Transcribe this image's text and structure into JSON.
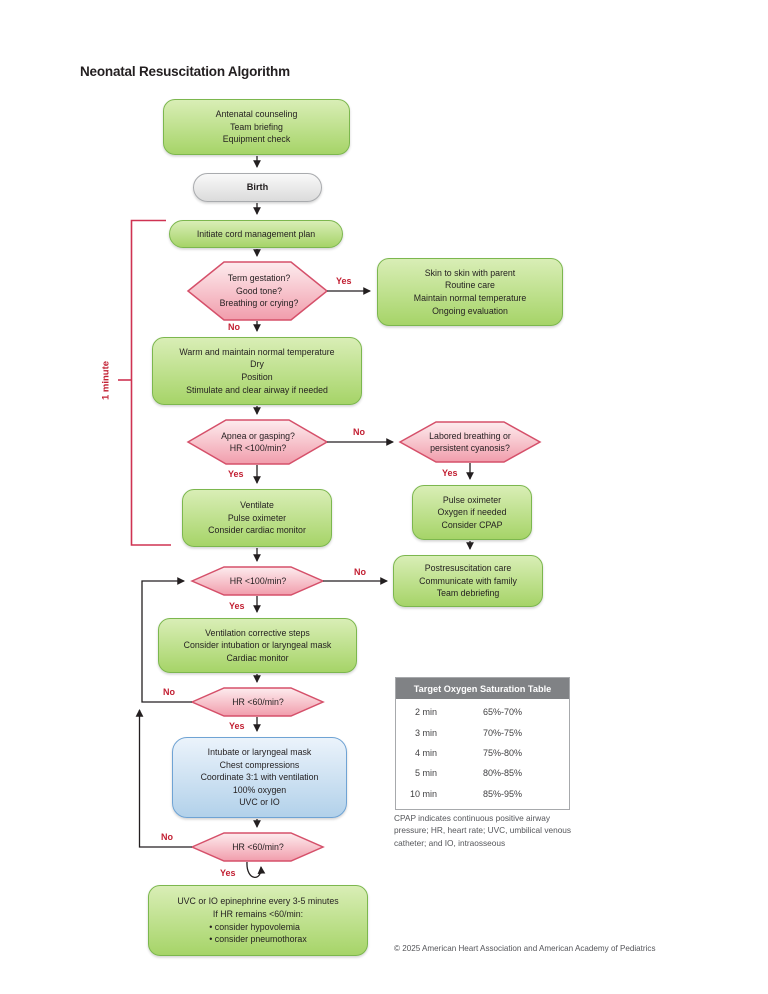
{
  "title": "Neonatal Resuscitation Algorithm",
  "labels": {
    "yes": "Yes",
    "no": "No",
    "timer": "1 minute"
  },
  "nodes": {
    "antenatal": {
      "lines": [
        "Antenatal counseling",
        "Team briefing",
        "Equipment check"
      ]
    },
    "birth": {
      "label": "Birth"
    },
    "initiate": {
      "label": "Initiate cord management plan"
    },
    "term_question": {
      "lines": [
        "Term gestation?",
        "Good tone?",
        "Breathing or crying?"
      ]
    },
    "skin_to_skin": {
      "lines": [
        "Skin to skin with parent",
        "Routine care",
        "Maintain normal temperature",
        "Ongoing evaluation"
      ]
    },
    "warm": {
      "lines": [
        "Warm and maintain normal temperature",
        "Dry",
        "Position",
        "Stimulate and clear airway if needed"
      ]
    },
    "apnea_question": {
      "lines": [
        "Apnea or gasping?",
        "HR <100/min?"
      ]
    },
    "labored_question": {
      "lines": [
        "Labored breathing or",
        "persistent cyanosis?"
      ]
    },
    "ventilate": {
      "lines": [
        "Ventilate",
        "Pulse oximeter",
        "Consider cardiac monitor"
      ]
    },
    "pulse_oximeter": {
      "lines": [
        "Pulse oximeter",
        "Oxygen if needed",
        "Consider CPAP"
      ]
    },
    "hr100_question": {
      "label": "HR <100/min?"
    },
    "postresuscitation": {
      "lines": [
        "Postresuscitation care",
        "Communicate with family",
        "Team debriefing"
      ]
    },
    "corrective": {
      "lines": [
        "Ventilation corrective steps",
        "Consider intubation or laryngeal mask",
        "Cardiac monitor"
      ]
    },
    "hr60_question_1": {
      "label": "HR <60/min?"
    },
    "intubate": {
      "lines": [
        "Intubate or laryngeal mask",
        "Chest compressions",
        "Coordinate 3:1 with ventilation",
        "100% oxygen",
        "UVC or IO"
      ]
    },
    "hr60_question_2": {
      "label": "HR <60/min?"
    },
    "epinephrine": {
      "lines": [
        "UVC or IO epinephrine every 3-5 minutes",
        "If HR remains <60/min:"
      ],
      "bullets": [
        "• consider hypovolemia",
        "• consider pneumothorax"
      ]
    }
  },
  "table": {
    "title": "Target Oxygen Saturation Table",
    "rows": [
      {
        "time": "2 min",
        "range": "65%-70%"
      },
      {
        "time": "3 min",
        "range": "70%-75%"
      },
      {
        "time": "4 min",
        "range": "75%-80%"
      },
      {
        "time": "5 min",
        "range": "80%-85%"
      },
      {
        "time": "10 min",
        "range": "85%-95%"
      }
    ]
  },
  "footnote": "CPAP indicates continuous positive airway pressure; HR, heart rate; UVC, umbilical venous catheter; and IO, intraosseous",
  "copyright": "© 2025 American Heart Association and American Academy of Pediatrics",
  "colors": {
    "green_fill_top": "#d9eeb6",
    "green_fill_bottom": "#a6d468",
    "green_border": "#7cb74e",
    "pink_fill_top": "#fdecee",
    "pink_fill_bottom": "#f19dac",
    "pink_border": "#d5506a",
    "blue_fill_top": "#ebf3fb",
    "blue_fill_bottom": "#b2d1ea",
    "blue_border": "#6fa3d4",
    "gray_fill_top": "#f9f9f9",
    "gray_fill_bottom": "#dbdbdb",
    "gray_border": "#a9abae",
    "accent_red": "#c22033",
    "bracket_red": "#cf3352",
    "arrow_black": "#231f20",
    "table_header_bg": "#808285"
  }
}
